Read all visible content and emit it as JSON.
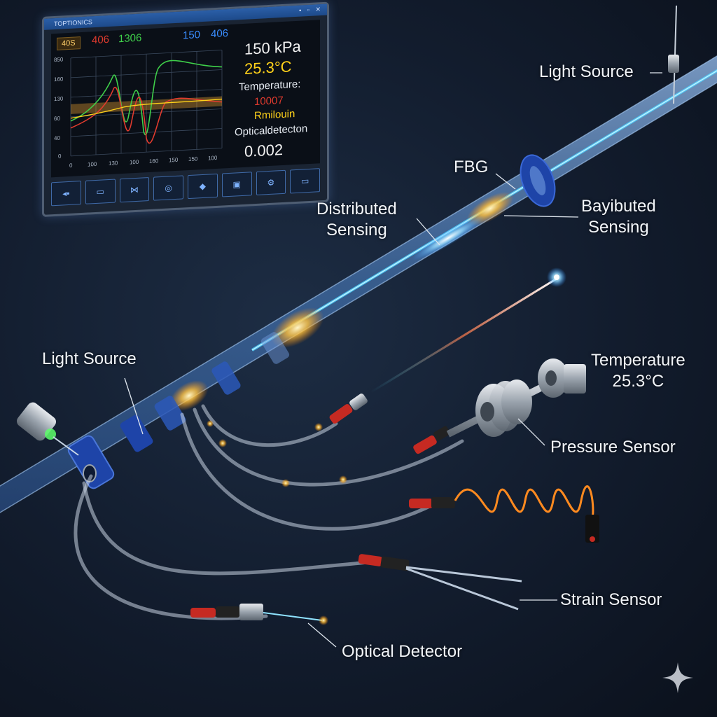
{
  "labels": {
    "light_source_top": "Light Source",
    "fbg": "FBG",
    "distributed_sensing": "Distributed\nSensing",
    "bayibuted_sensing": "Bayibuted\nSensing",
    "light_source_left": "Light Source",
    "temperature": "Temperature\n25.3°C",
    "pressure_sensor": "Pressure Sensor",
    "strain_sensor": "Strain Sensor",
    "optical_detector": "Optical Detector"
  },
  "monitor": {
    "title": "TOPTIONICS",
    "badge": "40S",
    "series_readouts": [
      "406",
      "1306",
      "150",
      "406"
    ],
    "pressure": "150 kPa",
    "temp_value": "25.3°C",
    "temp_label": "Temperature:",
    "garbled_1": "10007",
    "garbled_2": "Rmilouin",
    "detector_label": "Opticaldetecton",
    "detector_value": "0.002",
    "y_ticks": [
      "850",
      "160",
      "130",
      "60",
      "40",
      "0"
    ],
    "x_ticks": [
      "0",
      "100",
      "130",
      "100",
      "160",
      "150",
      "150",
      "100"
    ],
    "toolbar_icons": [
      "speaker-icon",
      "display-icon",
      "bowtie-icon",
      "glasses-icon",
      "diamond-icon",
      "chip-icon",
      "gear-icon",
      "battery-icon"
    ]
  },
  "colors": {
    "fiber": "#5a8fd6",
    "core": "#4fd1ff",
    "collar": "#1e44a8",
    "heat_shrink": "#c62a22",
    "coil": "#ff8a1f",
    "pressure_value": "#f2f2f2",
    "temp_value": "#ffd21a",
    "readout_red": "#e23b2e",
    "readout_green": "#3fd04a",
    "readout_blue": "#3a8dff"
  }
}
